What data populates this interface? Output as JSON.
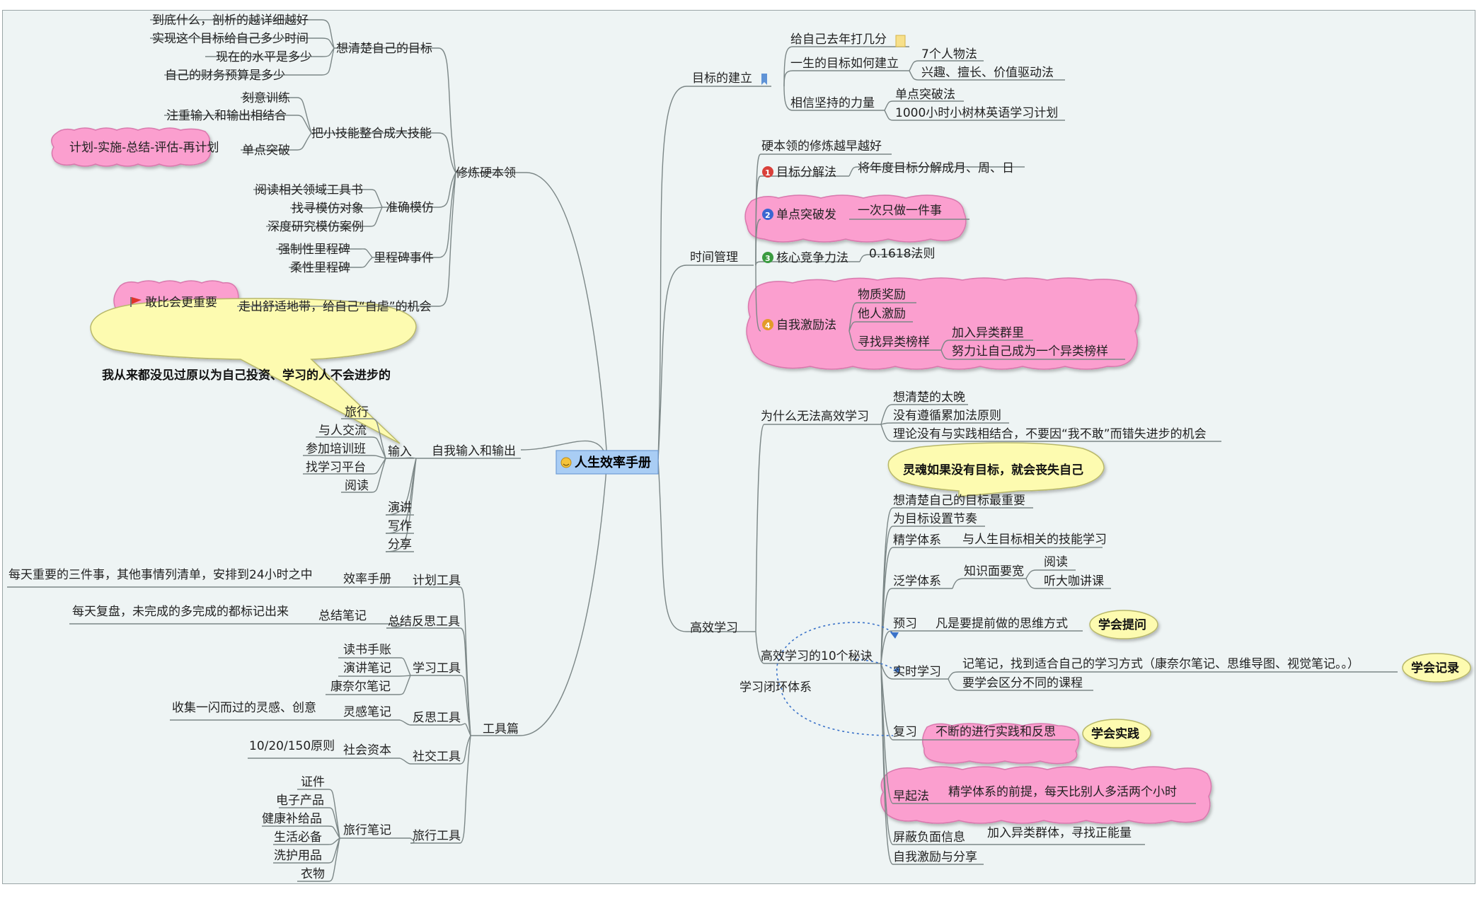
{
  "root": {
    "label": "人生效率手册"
  },
  "branches": {
    "lianying": {
      "label": "修炼硬本领",
      "goals": {
        "label": "想清楚自己的目标",
        "items": [
          "到底什么，剖析的越详细越好",
          "实现这个目标给自己多少时间",
          "现在的水平是多少",
          "自己的财务预算是多少"
        ]
      },
      "skills": {
        "label": "把小技能整合成大技能",
        "items": [
          "刻意训练",
          "注重输入和输出相结合",
          "单点突破"
        ],
        "callout": "计划-实施-总结-评估-再计划"
      },
      "imitate": {
        "label": "准确模仿",
        "items": [
          "阅读相关领域工具书",
          "找寻模仿对象",
          "深度研究模仿案例"
        ]
      },
      "milestone": {
        "label": "里程碑事件",
        "items": [
          "强制性里程碑",
          "柔性里程碑"
        ]
      },
      "comfort": {
        "label": "走出舒适地带，给自己“自虐”的机会",
        "callout": "敢比会更重要"
      }
    },
    "io": {
      "label": "自我输入和输出",
      "input": {
        "label": "输入",
        "items": [
          "旅行",
          "与人交流",
          "参加培训班",
          "找学习平台",
          "阅读"
        ]
      },
      "output": [
        "演讲",
        "写作",
        "分享"
      ],
      "balloon": "我从来都没见过原以为自己投资、学习的人不会进步的"
    },
    "tools": {
      "label": "工具篇",
      "plan": {
        "label": "计划工具",
        "sub": "效率手册",
        "note": "每天重要的三件事，其他事情列清单，安排到24小时之中"
      },
      "summary": {
        "label": "总结反思工具",
        "sub": "总结笔记",
        "note": "每天复盘，未完成的多完成的都标记出来"
      },
      "learn": {
        "label": "学习工具",
        "items": [
          "读书手账",
          "演讲笔记",
          "康奈尔笔记"
        ]
      },
      "reflect": {
        "label": "反思工具",
        "sub": "灵感笔记",
        "note": "收集一闪而过的灵感、创意"
      },
      "social": {
        "label": "社交工具",
        "sub": "社会资本",
        "note": "10/20/150原则"
      },
      "travel": {
        "label": "旅行工具",
        "sub": "旅行笔记",
        "items": [
          "证件",
          "电子产品",
          "健康补给品",
          "生活必备",
          "洗护用品",
          "衣物"
        ]
      }
    },
    "goal": {
      "label": "目标的建立",
      "score": "给自己去年打几分",
      "life": {
        "label": "一生的目标如何建立",
        "items": [
          "7个人物法",
          "兴趣、擅长、价值驱动法"
        ]
      },
      "persist": {
        "label": "相信坚持的力量",
        "items": [
          "单点突破法",
          "1000小时小树林英语学习计划"
        ]
      }
    },
    "time": {
      "label": "时间管理",
      "intro": "硬本领的修炼越早越好",
      "m1": {
        "num": "1",
        "label": "目标分解法",
        "note": "将年度目标分解成月、周、日"
      },
      "m2": {
        "num": "2",
        "label": "单点突破发",
        "note": "一次只做一件事"
      },
      "m3": {
        "num": "3",
        "label": "核心竞争力法",
        "note": "0.1618法则"
      },
      "m4": {
        "num": "4",
        "label": "自我激励法",
        "items": [
          "物质奖励",
          "他人激励"
        ],
        "sub": {
          "label": "寻找异类榜样",
          "items": [
            "加入异类群里",
            "努力让自己成为一个异类榜样"
          ]
        }
      }
    },
    "study": {
      "label": "高效学习",
      "why": {
        "label": "为什么无法高效学习",
        "items": [
          "想清楚的太晚",
          "没有遵循累加法原则",
          "理论没有与实践相结合，不要因“我不敢”而错失进步的机会"
        ]
      },
      "secrets": {
        "label": "高效学习的10个秘诀",
        "balloon": "灵魂如果没有目标，就会丧失自己",
        "items": [
          "想清楚自己的目标最重要",
          "为目标设置节奏"
        ],
        "jing": {
          "label": "精学体系",
          "note": "与人生目标相关的技能学习"
        },
        "fan": {
          "label": "泛学体系",
          "sub": "知识面要宽",
          "items": [
            "阅读",
            "听大咖讲课"
          ]
        },
        "preview": {
          "label": "预习",
          "note": "凡是要提前做的思维方式",
          "tag": "学会提问"
        },
        "live": {
          "label": "实时学习",
          "items": [
            "记笔记，找到适合自己的学习方式（康奈尔笔记、思维导图、视觉笔记。。）",
            "要学会区分不同的课程"
          ],
          "tag": "学会记录"
        },
        "review": {
          "label": "复习",
          "note": "不断的进行实践和反思",
          "tag": "学会实践"
        },
        "early": {
          "label": "早起法",
          "note": "精学体系的前提，每天比别人多活两个小时"
        },
        "block": {
          "label": "屏蔽负面信息",
          "note": "加入异类群体，寻找正能量"
        },
        "share": "自我激励与分享"
      },
      "loop": "学习闭环体系"
    }
  },
  "colors": {
    "line": "#7c8787",
    "cloud": "#fb9fcf",
    "cloudStroke": "#d978ad",
    "balloon": "#fdfbb0",
    "root": "#a9cdf4"
  }
}
